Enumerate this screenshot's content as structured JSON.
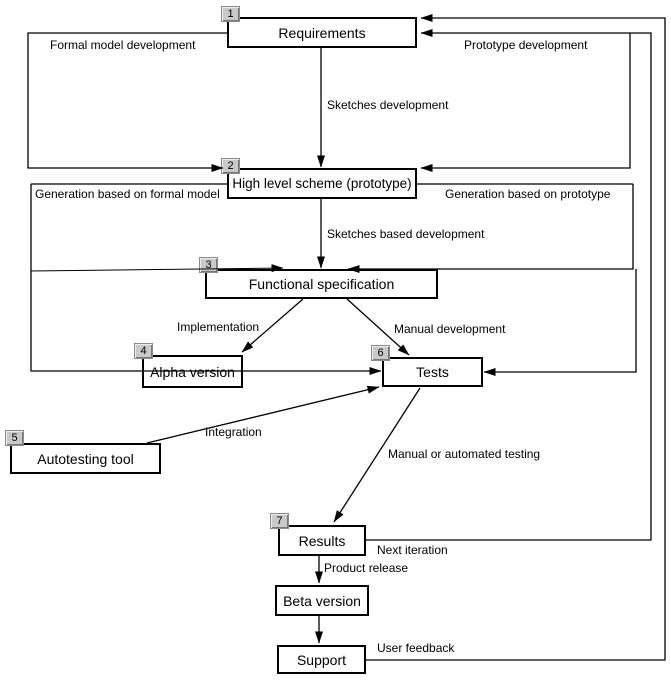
{
  "diagram": {
    "title": "Iterative development and testing process flowchart",
    "colors": {
      "background": "#ffffff",
      "line": "#000000",
      "badge_bg": "#c9c9c9",
      "box_fill": "#ffffff"
    },
    "nodes": [
      {
        "num": "1",
        "label": "Requirements"
      },
      {
        "num": "2",
        "label": "High level scheme (prototype)"
      },
      {
        "num": "3",
        "label": "Functional specification"
      },
      {
        "num": "4",
        "label": "Alpha version"
      },
      {
        "num": "5",
        "label": "Autotesting tool"
      },
      {
        "num": "6",
        "label": "Tests"
      },
      {
        "num": "7",
        "label": "Results"
      },
      {
        "num": "",
        "label": "Beta version"
      },
      {
        "num": "",
        "label": "Support"
      }
    ],
    "edge_labels": {
      "formal_model": "Formal model development",
      "prototype_development": "Prototype development",
      "sketches_development": "Sketches development",
      "generation_formal": "Generation based on formal model",
      "generation_prototype": "Generation based on prototype",
      "sketches_based": "Sketches based development",
      "implementation": "Implementation",
      "manual_development": "Manual development",
      "integration": "Integration",
      "manual_or_automated": "Manual or automated testing",
      "next_iteration": "Next iteration",
      "product_release": "Product release",
      "user_feedback": "User feedback"
    }
  }
}
